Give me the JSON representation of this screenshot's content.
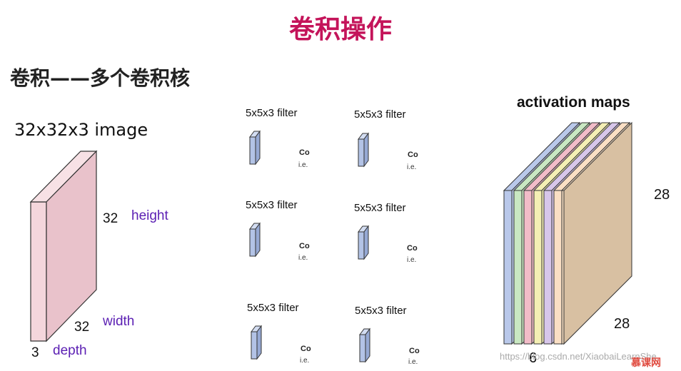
{
  "title": "卷积操作",
  "subtitle": "卷积——多个卷积核",
  "image_block": {
    "title": "32x32x3 image",
    "height_value": "32",
    "height_label": "height",
    "width_value": "32",
    "width_label": "width",
    "depth_value": "3",
    "depth_label": "depth"
  },
  "filters": [
    {
      "label": "5x5x3 filter",
      "co": "Co",
      "ie": "i.e."
    },
    {
      "label": "5x5x3 filter",
      "co": "Co",
      "ie": "i.e."
    },
    {
      "label": "5x5x3 filter",
      "co": "Co",
      "ie": "i.e."
    },
    {
      "label": "5x5x3 filter",
      "co": "Co",
      "ie": "i.e."
    },
    {
      "label": "5x5x3 filter",
      "co": "Co",
      "ie": "i.e."
    },
    {
      "label": "5x5x3 filter",
      "co": "Co",
      "ie": "i.e."
    }
  ],
  "activation": {
    "title": "activation maps",
    "height_value": "28",
    "width_value": "28",
    "depth_value": "6",
    "map_colors": [
      "#b9c8ea",
      "#c9e8c2",
      "#f2bcc8",
      "#f4efb4",
      "#d7c6ea",
      "#fadfc4"
    ],
    "back_color": "#d8c0a2"
  },
  "watermark": {
    "url": "https://blog.csdn.net/XiaobaiLearnShe",
    "logo": "慕课网"
  },
  "colors": {
    "title": "#c4145a",
    "accent_purple": "#5b1fb3",
    "image_cube": "#f4d6dc",
    "filter_blue": "#b3c3e6"
  }
}
